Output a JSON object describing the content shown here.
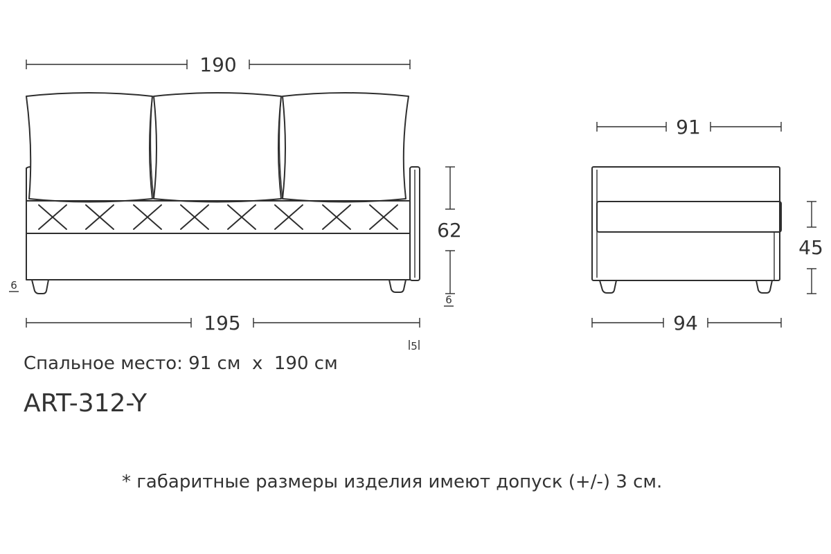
{
  "front_view": {
    "top_width": "190",
    "bottom_width": "195",
    "height": "62",
    "leg_left": "6",
    "leg_right": "6",
    "arm_width": "5"
  },
  "side_view": {
    "top_depth": "91",
    "bottom_depth": "94",
    "seat_height": "45"
  },
  "captions": {
    "sleeping_place": "Спальное место: 91 см  х  190 см",
    "model_code": "ART-312-Y",
    "tolerance_note": "* габаритные размеры изделия имеют допуск (+/-) 3 см."
  },
  "colors": {
    "line": "#2e2e2e",
    "text": "#333333",
    "background": "#ffffff"
  }
}
